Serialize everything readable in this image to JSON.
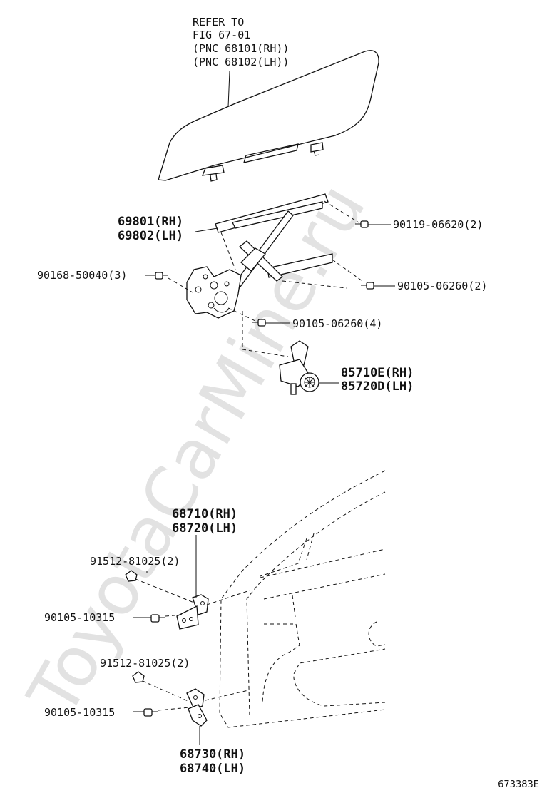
{
  "watermark": "ToyotaCarMine.ru",
  "figure_id": "673383E",
  "refer_note": {
    "line1": "REFER TO",
    "line2": "FIG 67-01",
    "line3": "(PNC 68101(RH))",
    "line4": "(PNC 68102(LH))"
  },
  "regulator": {
    "rh": "69801(RH)",
    "lh": "69802(LH)"
  },
  "bolts": {
    "bolt_90119": "90119-06620(2)",
    "bolt_90168": "90168-50040(3)",
    "bolt_90105_a": "90105-06260(2)",
    "bolt_90105_b": "90105-06260(4)"
  },
  "motor": {
    "rh": "85710E(RH)",
    "lh": "85720D(LH)"
  },
  "upper_hinge": {
    "rh": "68710(RH)",
    "lh": "68720(LH)"
  },
  "lower_hinge": {
    "rh": "68730(RH)",
    "lh": "68740(LH)"
  },
  "hinge_bolts": {
    "upper_91512": "91512-81025(2)",
    "upper_90105": "90105-10315",
    "lower_91512": "91512-81025(2)",
    "lower_90105": "90105-10315"
  }
}
